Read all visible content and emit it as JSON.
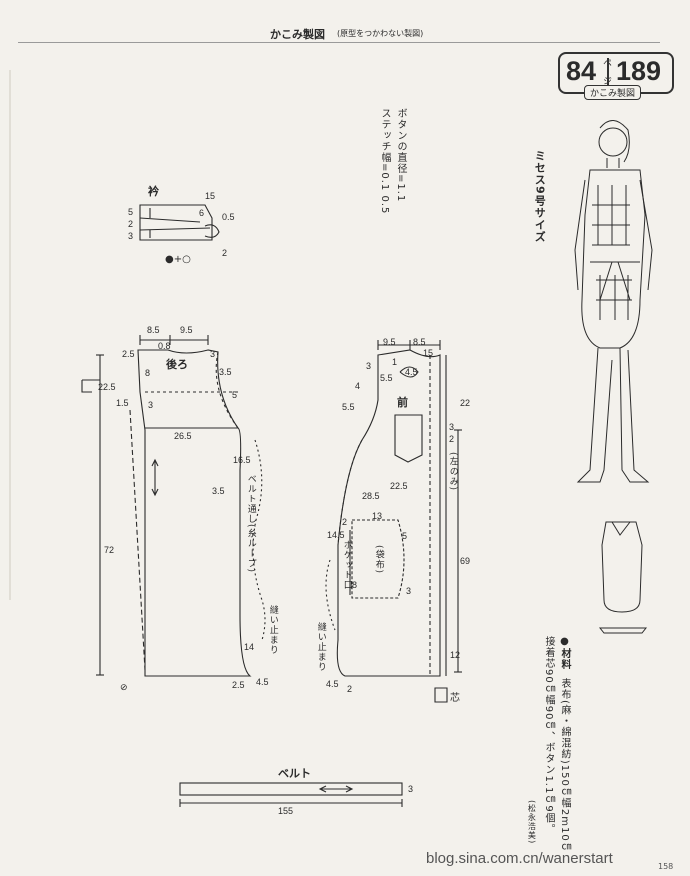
{
  "header": {
    "title": "かこみ製図",
    "subtitle": "(原型をつかわない製図)"
  },
  "badge": {
    "page_a": "84",
    "unit": "ページ",
    "page_b": "189",
    "caption": "かこみ製図"
  },
  "size_label": "ミセス9号サイズ",
  "notes": {
    "button": "ボタンの直径=1.1",
    "stitch": "ステッチ幅=0.1 0.5"
  },
  "collar": {
    "title": "衿",
    "dims": {
      "w15": "15",
      "h5": "5",
      "h2": "2",
      "h3": "3",
      "h6": "6",
      "d05": "0.5",
      "h2b": "2"
    },
    "mark": "●+○"
  },
  "back": {
    "title": "後ろ",
    "dims": {
      "d85": "8.5",
      "d95": "9.5",
      "d25a": "2.5",
      "d08": "0.8",
      "d3a": "3",
      "d8": "8",
      "d225": "22.5",
      "d15": "1.5",
      "d3b": "3",
      "d35": "3.5",
      "d5": "5",
      "d265": "26.5",
      "d165": "16.5",
      "d35b": "3.5",
      "d72": "72",
      "d14": "14",
      "d25b": "2.5",
      "d45": "4.5",
      "dz": "⊘"
    },
    "belt_loop": "ベルト通し(糸ループ)",
    "stitch_stop": "縫い止まり"
  },
  "front": {
    "title": "前",
    "dims": {
      "d95": "9.5",
      "d85": "8.5",
      "d3a": "3",
      "d1": "1",
      "d15": "15",
      "d55": "5.5",
      "d45a": "4.5",
      "d4": "4",
      "d55b": "5.5",
      "d22": "22",
      "d3b": "3",
      "d2a": "2",
      "d225": "22.5",
      "d285": "28.5",
      "d2b": "2",
      "d13": "13",
      "d145": "14.5",
      "d5": "5",
      "d8": "8",
      "d3c": "3",
      "d69": "69",
      "d12": "12",
      "d45b": "4.5",
      "d2c": "2"
    },
    "fold": "(左のみ)",
    "pocket_mouth": "ポケット口",
    "pocket_bag": "(袋布)",
    "stitch_stop": "縫い止まり",
    "interfacing": "芯"
  },
  "belt": {
    "title": "ベルト",
    "len": "155",
    "w": "3"
  },
  "materials": {
    "head": "●材料",
    "line1": "表布(麻・綿混紡)150㎝幅2m10㎝",
    "line2": "接着芯90㎝幅90㎝、ボタン1.1㎝9個。",
    "author": "(松永浩美)"
  },
  "footer": {
    "url": "blog.sina.com.cn/wanerstart",
    "page": "158"
  }
}
